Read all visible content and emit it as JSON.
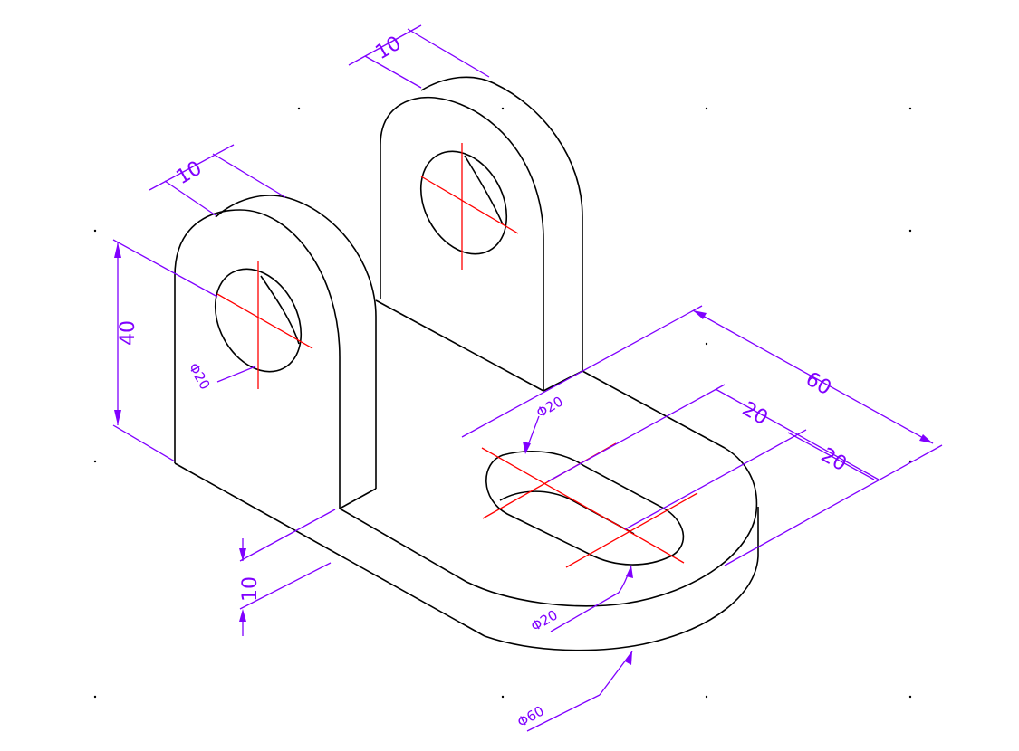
{
  "drawing": {
    "dimensions": {
      "left_thickness": "10",
      "right_thickness": "10",
      "height": "40",
      "left_hole": "Φ20",
      "slot_top": "Φ20",
      "length": "60",
      "slot_offset": "20",
      "slot_spacing": "20",
      "base_thickness": "10",
      "slot_bottom": "Φ20",
      "base_radius": "Φ60"
    },
    "colors": {
      "object": "#000000",
      "center": "#ff0000",
      "dimension": "#8000ff"
    }
  }
}
